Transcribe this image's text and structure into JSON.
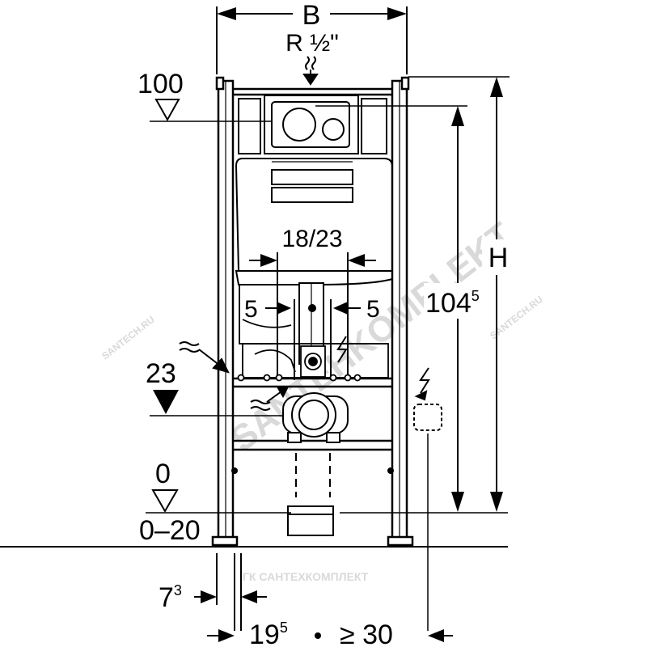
{
  "labels": {
    "width": "B",
    "thread": "R ½\"",
    "height": "H",
    "level_top": "100",
    "level_mid": "23",
    "level_floor": "0",
    "floor_range": "0–20",
    "spacing": "18/23",
    "offset_left": "5",
    "offset_right": "5",
    "total_main": "104",
    "total_sup": "5",
    "depth_main": "7",
    "depth_sup": "3",
    "dist_main": "19",
    "dist_sup": "5",
    "min_dist": "≥ 30"
  },
  "watermarks": {
    "brand": "SANTEHKOMPLEKT",
    "site": "SANTECH.RU",
    "footer": "ГК САНТЕХКОМПЛЕКТ"
  },
  "icons": [
    "water-inlet-icon",
    "electric-icon",
    "drain-icon",
    "electric-box-icon"
  ]
}
